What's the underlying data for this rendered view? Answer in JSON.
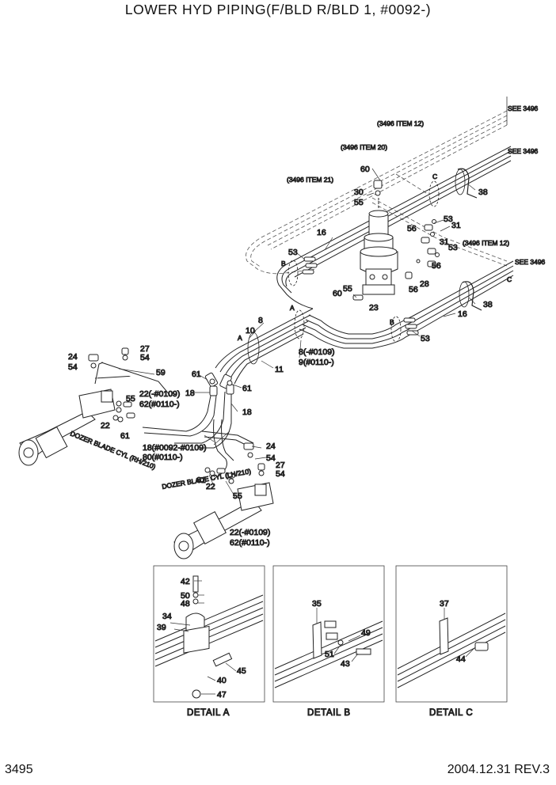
{
  "title": "LOWER HYD PIPING(F/BLD R/BLD 1, #0092-)",
  "page_number": "3495",
  "date_rev": "2004.12.31  REV.3",
  "notes": {
    "see_3496_a": "SEE 3496",
    "see_3496_b": "SEE 3496",
    "see_3496_c": "SEE 3496",
    "item12_a": "(3496 ITEM 12)",
    "item20": "(3496 ITEM 20)",
    "item21": "(3496 ITEM 21)",
    "item12_b": "(3496 ITEM 12)",
    "cyl_rh": "DOZER BLADE CYL (RH/210)",
    "cyl_lh": "DOZER BLADE CYL (LH/210)"
  },
  "callouts": {
    "c60a": "60",
    "c30": "30",
    "c55a": "55",
    "c38a": "38",
    "c53a": "53",
    "c31a": "31",
    "c56a": "56",
    "c31b": "31",
    "c53b": "53",
    "c56b": "56",
    "c28": "28",
    "c56c": "56",
    "c53c": "53",
    "c16a": "16",
    "c55b": "55",
    "c60b": "60",
    "c23": "23",
    "c38b": "38",
    "c16b": "16",
    "c53d": "53",
    "c8": "8",
    "c10": "10",
    "c11": "11",
    "c8b": "8(-#0109)",
    "c9": "9(#0110-)",
    "c24a": "24",
    "c54a": "54",
    "c27a": "27",
    "c54b": "54",
    "c59": "59",
    "c61a": "61",
    "c18a": "18",
    "c61b": "61",
    "c18b": "18",
    "c22a": "22(-#0109)",
    "c62a": "62(#0110-)",
    "c55c": "55",
    "c22b": "22",
    "c61c": "61",
    "c18c": "18(#0092-#0109)",
    "c80": "80(#0110-)",
    "c24b": "24",
    "c54c": "54",
    "c27b": "27",
    "c54d": "54",
    "c61d": "61",
    "c22c": "22",
    "c55d": "55",
    "c22d": "22(-#0109)",
    "c62b": "62(#0110-)",
    "c42": "42",
    "c50": "50",
    "c48": "48",
    "c34": "34",
    "c39": "39",
    "c45": "45",
    "c40": "40",
    "c47": "47",
    "c35": "35",
    "c49": "49",
    "c51": "51",
    "c43": "43",
    "c37": "37",
    "c44": "44",
    "letterA1": "A",
    "letterA2": "A",
    "letterB1": "B",
    "letterB2": "B",
    "letterC1": "C",
    "letterC2": "C"
  },
  "details": {
    "a": "DETAIL  A",
    "b": "DETAIL  B",
    "c": "DETAIL  C"
  }
}
